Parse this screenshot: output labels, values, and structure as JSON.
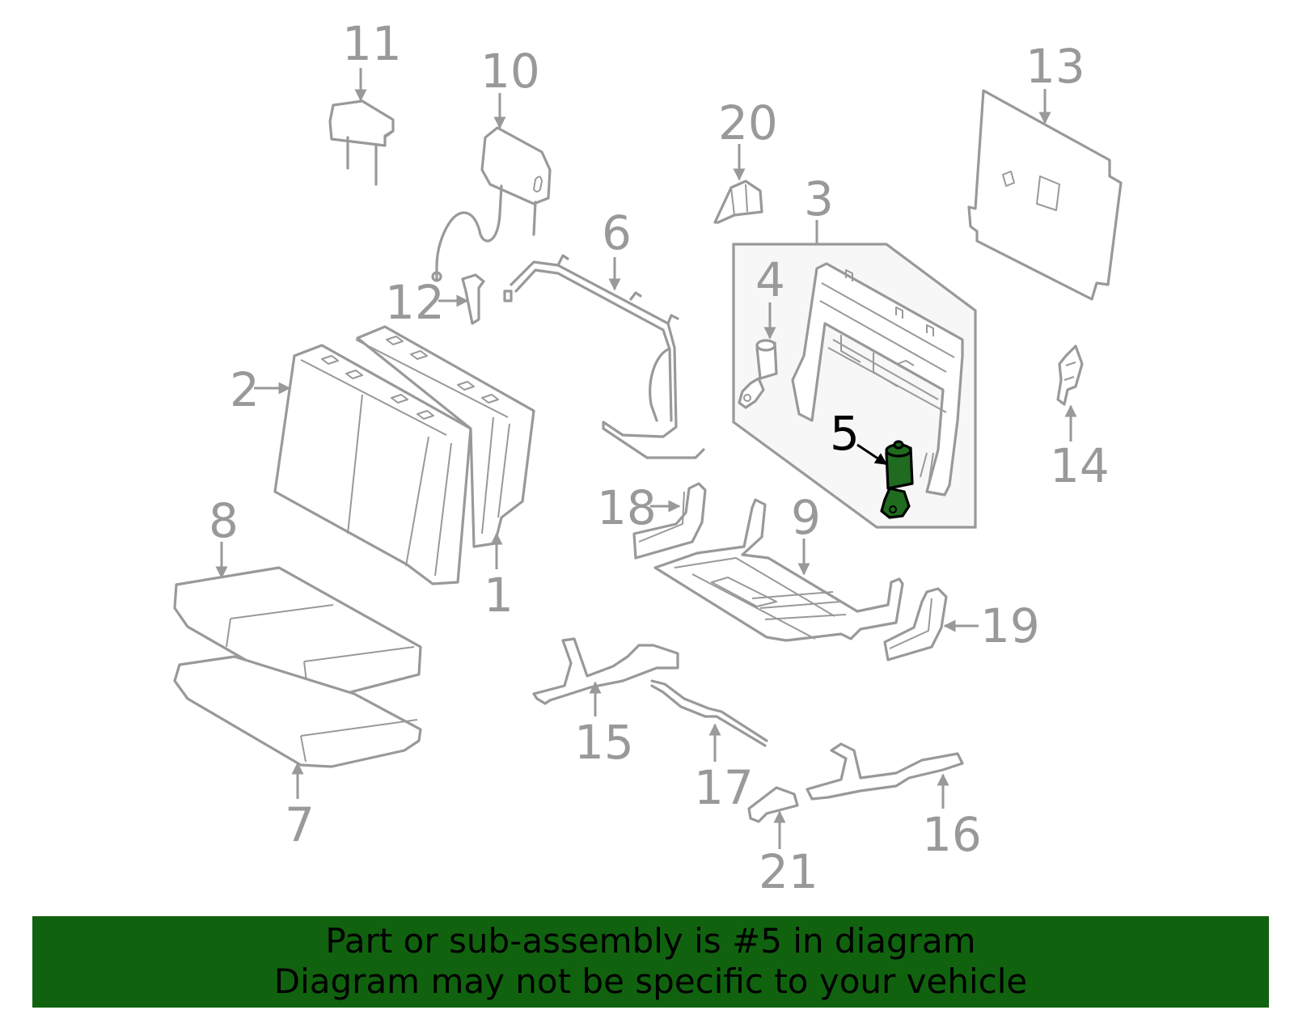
{
  "diagram": {
    "highlighted_part": "5",
    "highlight_color": "#1f6b1f",
    "part_color": "#999999",
    "callouts": [
      "1",
      "2",
      "3",
      "4",
      "5",
      "6",
      "7",
      "8",
      "9",
      "10",
      "11",
      "12",
      "13",
      "14",
      "15",
      "16",
      "17",
      "18",
      "19",
      "20",
      "21"
    ]
  },
  "banner": {
    "background": "#11620f",
    "line1": "Part or sub-assembly is #5 in diagram",
    "line2": "Diagram may not be specific to your vehicle"
  }
}
